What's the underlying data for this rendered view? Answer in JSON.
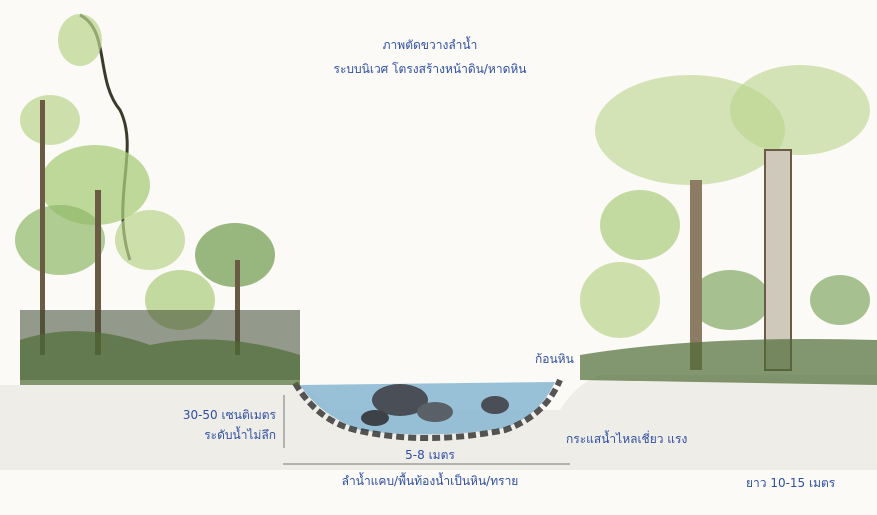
{
  "labels": {
    "title_line1": "ภาพตัดขวางลำน้ำ",
    "title_line2": "ระบบนิเวศ โตรงสร้างหน้าดิน/หาดหิน",
    "rock_label": "ก้อนหิน",
    "depth_value": "30-50 เซนติเมตร",
    "depth_desc": "ระดับน้ำไม่ลึก",
    "width_value": "5-8 เมตร",
    "bed_desc": "ลำน้ำแคบ/พื้นท้องน้ำเป็นหิน/ทราย",
    "current_desc": "กระแสน้ำไหลเชี่ยว แรง",
    "length_value": "ยาว 10-15 เมตร"
  },
  "colors": {
    "label_text": "#2f4fa3",
    "water": "#7fb3cf",
    "foliage": "#6e9a4a",
    "foliage_light": "#b9d48a",
    "trunk": "#6b5a44",
    "rock": "#4a4f57",
    "ground": "#d8d6cf"
  }
}
